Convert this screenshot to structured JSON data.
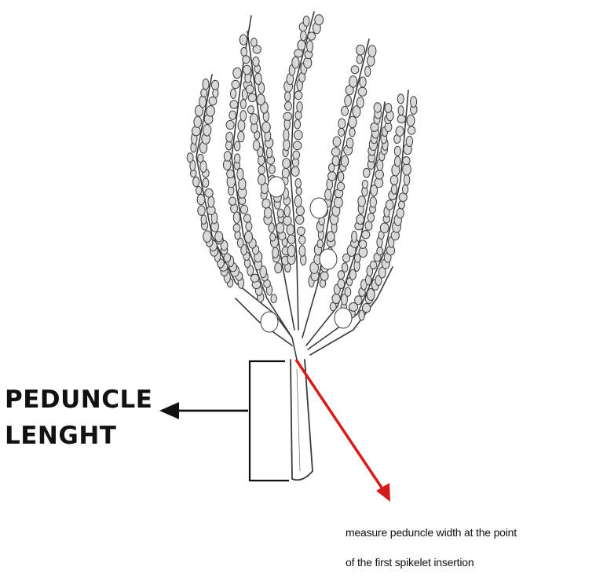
{
  "labels": {
    "peduncle_line1": "PEDUNCLE",
    "peduncle_line2": "LENGHT",
    "measure_line1": "measure peduncle width at the point",
    "measure_line2": "of the first spikelet insertion"
  },
  "colors": {
    "ink": "#111111",
    "plant_stroke": "#3a3a3a",
    "plant_fill": "#d9d9d9",
    "arrow_red": "#d41c1c"
  },
  "illustration": "inflorescence-drawing"
}
